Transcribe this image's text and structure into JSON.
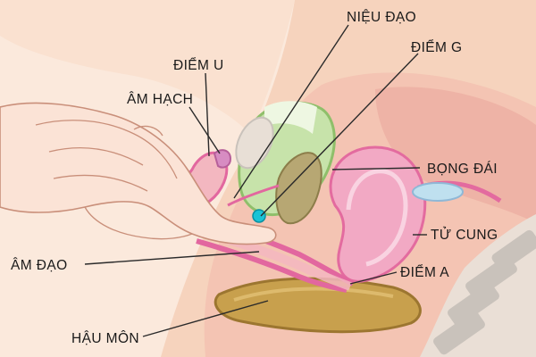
{
  "labels": {
    "urethra": "NIỆU ĐẠO",
    "u_spot": "ĐIỂM U",
    "g_spot": "ĐIỂM G",
    "clitoris": "ÂM HẠCH",
    "bladder": "BỌNG ĐÁI",
    "uterus": "TỬ CUNG",
    "vagina": "ÂM ĐẠO",
    "a_spot": "ĐIỂM A",
    "anus": "HẬU MÔN"
  },
  "colors": {
    "skin": "#f7d9c4",
    "skin_shade": "#efc3a8",
    "outline": "#c98f7a",
    "pink_tissue": "#f3b7c0",
    "magenta": "#e2679f",
    "uterus": "#f5b3c8",
    "bladder": "#cde7b0",
    "gland": "#b7a773",
    "rectum": "#c8a04d",
    "bone": "#c9c2bb",
    "g_spot_marker": "#19c3d6"
  }
}
